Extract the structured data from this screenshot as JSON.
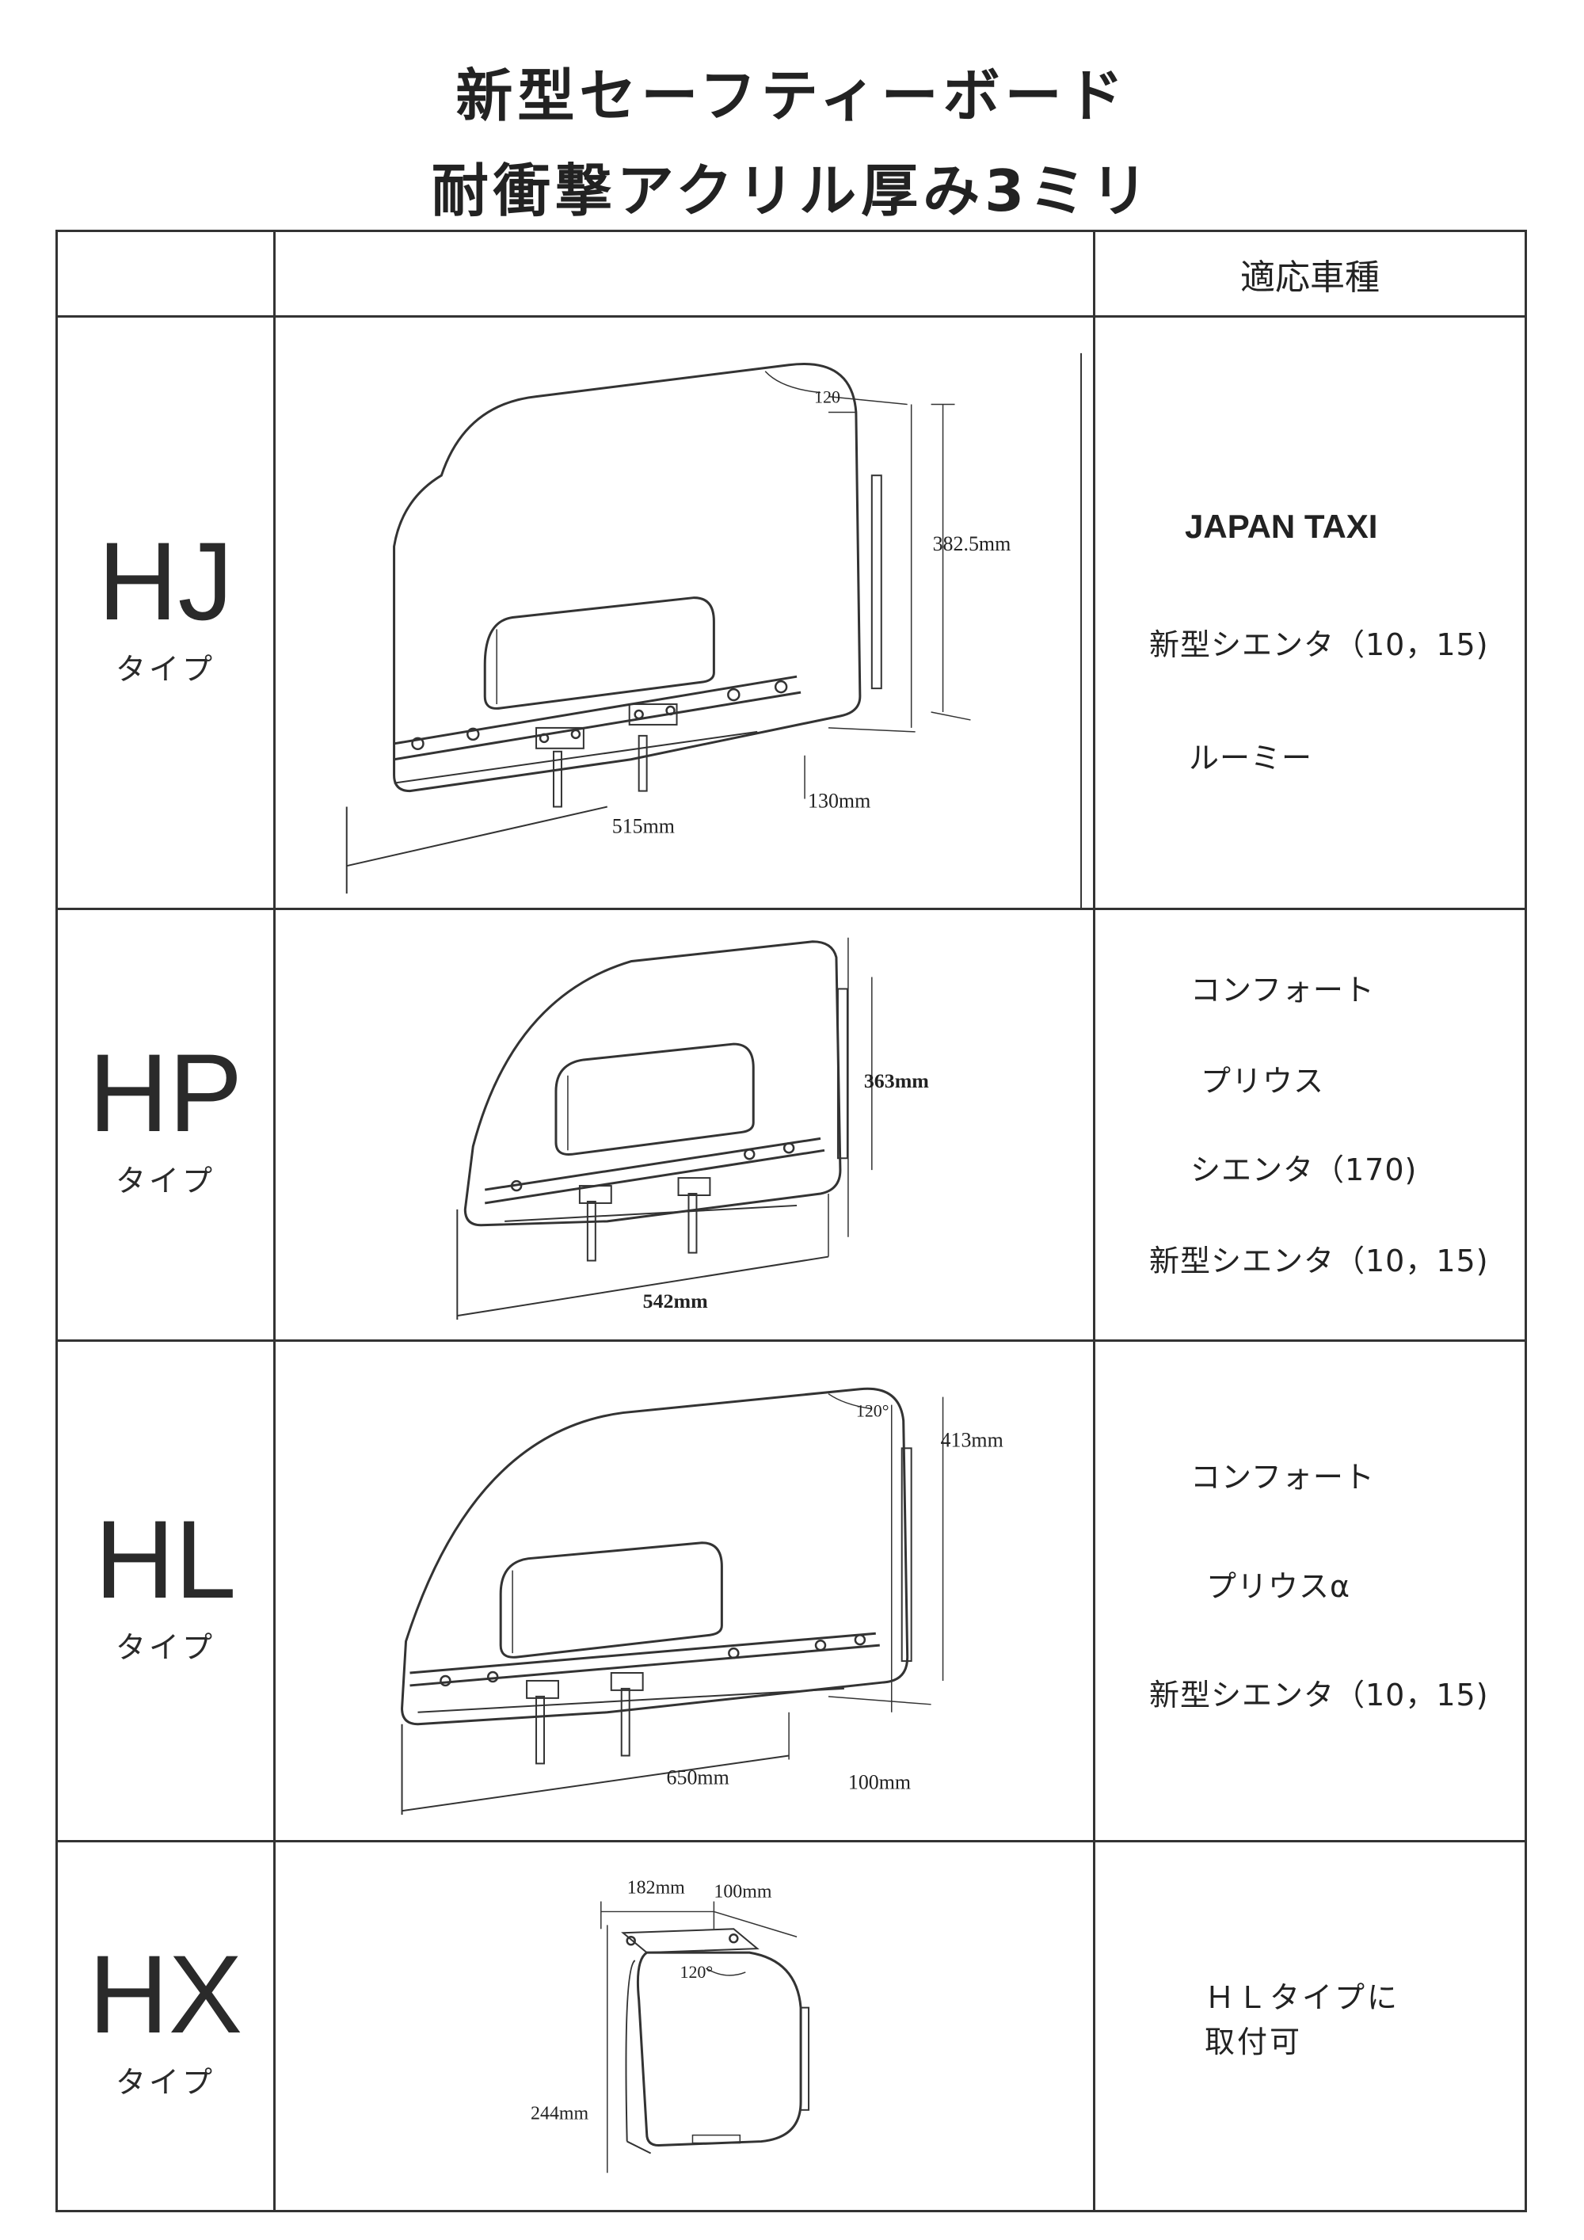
{
  "title": {
    "line1": "新型セーフティーボード",
    "line2": "耐衝撃アクリル厚み3ミリ"
  },
  "table": {
    "header": {
      "col1": "",
      "col2": "",
      "col3": "適応車種"
    },
    "rows": [
      {
        "code": "HJ",
        "type_label": "タイプ",
        "dims": {
          "angle": "120",
          "height": "382.5mm",
          "width": "515mm",
          "depth": "130mm"
        },
        "cars": [
          "JAPAN TAXI",
          "新型シエンタ（10，15)",
          "ルーミー"
        ]
      },
      {
        "code": "HP",
        "type_label": "タイプ",
        "dims": {
          "height": "363mm",
          "width": "542mm"
        },
        "cars": [
          "コンフォート",
          "プリウス",
          "シエンタ（170)",
          "新型シエンタ（10，15)"
        ]
      },
      {
        "code": "HL",
        "type_label": "タイプ",
        "dims": {
          "angle": "120°",
          "height": "413mm",
          "width": "650mm",
          "depth": "100mm"
        },
        "cars": [
          "コンフォート",
          "プリウスα",
          "新型シエンタ（10，15)"
        ]
      },
      {
        "code": "HX",
        "type_label": "タイプ",
        "dims": {
          "top": "182mm",
          "depth": "100mm",
          "angle": "120°",
          "height": "244mm"
        },
        "note_line1": "ＨＬタイプに",
        "note_line2": "取付可"
      }
    ]
  }
}
